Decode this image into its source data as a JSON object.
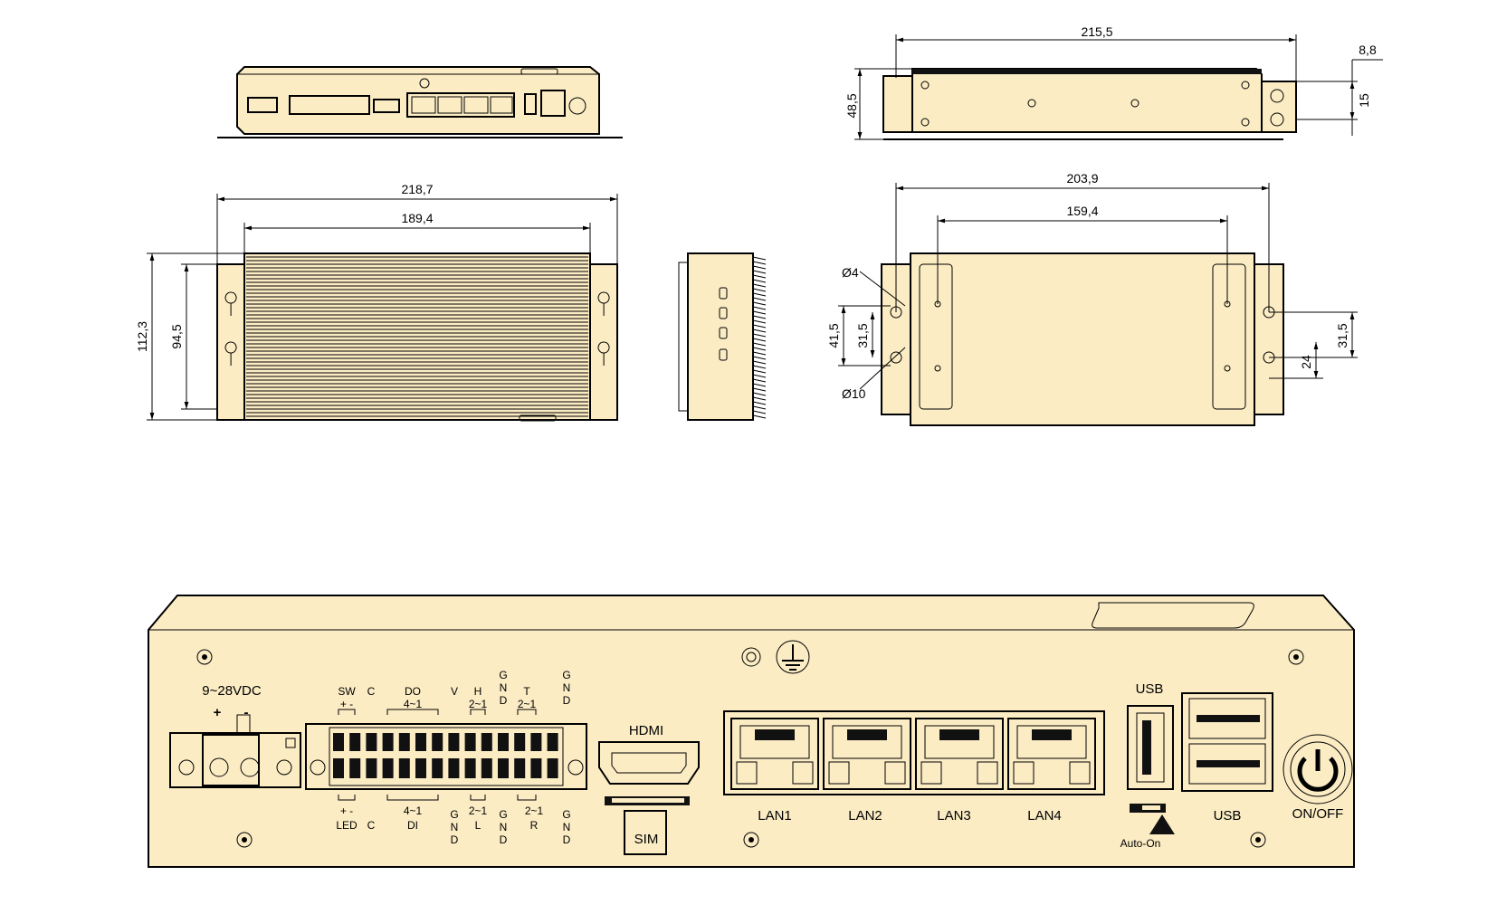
{
  "dimensions": {
    "side_length": "215,5",
    "side_height": "48,5",
    "flange_width": "8,8",
    "slot_pitch_side": "15",
    "top_width": "218,7",
    "top_inner": "189,4",
    "top_depth": "112,3",
    "top_inner_depth": "94,5",
    "bottom_width": "203,9",
    "bottom_hole_pitch": "159,4",
    "hole_small": "Ø4",
    "hole_large": "Ø10",
    "bottom_depth": "41,5",
    "bottom_slot_pitch_left": "31,5",
    "bottom_slot_pitch_right": "31,5",
    "bottom_slot_offset": "24"
  },
  "panel": {
    "power": "9~28VDC",
    "plus": "+",
    "minus": "-",
    "sw": "SW",
    "c_top": "C",
    "do": "DO",
    "do_range": "4~1",
    "v": "V",
    "h": "H",
    "h_range": "2~1",
    "gnd_top1": [
      "G",
      "N",
      "D"
    ],
    "t": "T",
    "t_range": "2~1",
    "gnd_top2": [
      "G",
      "N",
      "D"
    ],
    "sw_pm": "+ -",
    "led_pm": "+ -",
    "led": "LED",
    "c_bot": "C",
    "di_range": "4~1",
    "di": "DI",
    "gnd_bot1": [
      "G",
      "N",
      "D"
    ],
    "l_range": "2~1",
    "l": "L",
    "gnd_bot2": [
      "G",
      "N",
      "D"
    ],
    "r_range": "2~1",
    "r": "R",
    "gnd_bot3": [
      "G",
      "N",
      "D"
    ],
    "hdmi": "HDMI",
    "sim": "SIM",
    "lan": [
      "LAN1",
      "LAN2",
      "LAN3",
      "LAN4"
    ],
    "usb_single": "USB",
    "usb_double": "USB",
    "auto_on": "Auto-On",
    "onoff": "ON/OFF"
  }
}
